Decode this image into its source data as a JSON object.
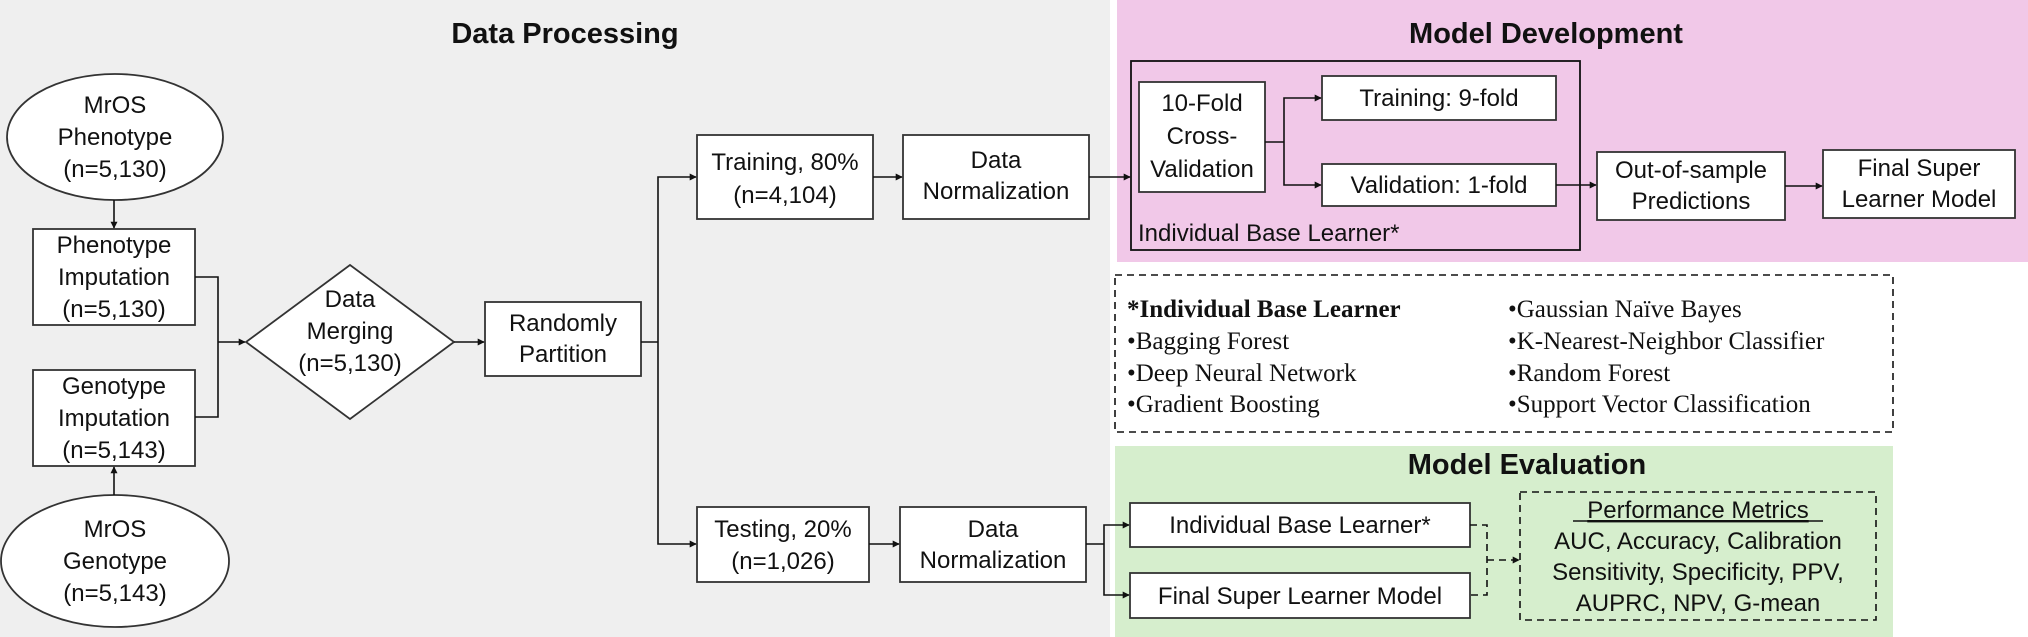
{
  "colors": {
    "data_processing_bg": "#efefef",
    "model_development_bg": "#f1c8e8",
    "model_evaluation_bg": "#d6eecd",
    "box_fill": "#ffffff",
    "line": "#111111"
  },
  "sections": {
    "data_processing": "Data Processing",
    "model_development": "Model Development",
    "model_evaluation": "Model Evaluation"
  },
  "nodes": {
    "mros_phenotype": [
      "MrOS",
      "Phenotype",
      "(n=5,130)"
    ],
    "phenotype_imputation": [
      "Phenotype",
      "Imputation",
      "(n=5,130)"
    ],
    "genotype_imputation": [
      "Genotype",
      "Imputation",
      "(n=5,143)"
    ],
    "mros_genotype": [
      "MrOS",
      "Genotype",
      "(n=5,143)"
    ],
    "data_merging": [
      "Data",
      "Merging",
      "(n=5,130)"
    ],
    "randomly_partition": [
      "Randomly",
      "Partition"
    ],
    "training": [
      "Training, 80%",
      "(n=4,104)"
    ],
    "testing": [
      "Testing, 20%",
      "(n=1,026)"
    ],
    "normalization_train": [
      "Data",
      "Normalization"
    ],
    "normalization_test": [
      "Data",
      "Normalization"
    ],
    "cross_validation": [
      "10-Fold",
      "Cross-",
      "Validation"
    ],
    "training_fold": "Training: 9-fold",
    "validation_fold": "Validation: 1-fold",
    "base_learner_group": "Individual Base Learner*",
    "out_of_sample": [
      "Out-of-sample",
      "Predictions"
    ],
    "final_super_learner": [
      "Final Super",
      "Learner Model"
    ],
    "eval_base_learner": "Individual Base Learner*",
    "eval_super_learner": "Final Super Learner Model",
    "performance_metrics": {
      "title": "Performance Metrics",
      "lines": [
        "AUC, Accuracy, Calibration",
        "Sensitivity, Specificity, PPV,",
        "AUPRC, NPV, G-mean"
      ]
    }
  },
  "legend": {
    "title": "*Individual Base Learner",
    "left_items": [
      "•Bagging Forest",
      "•Deep Neural Network",
      "•Gradient Boosting"
    ],
    "right_items": [
      "•Gaussian Naïve Bayes",
      "•K-Nearest-Neighbor Classifier",
      "•Random Forest",
      "•Support Vector Classification"
    ]
  }
}
